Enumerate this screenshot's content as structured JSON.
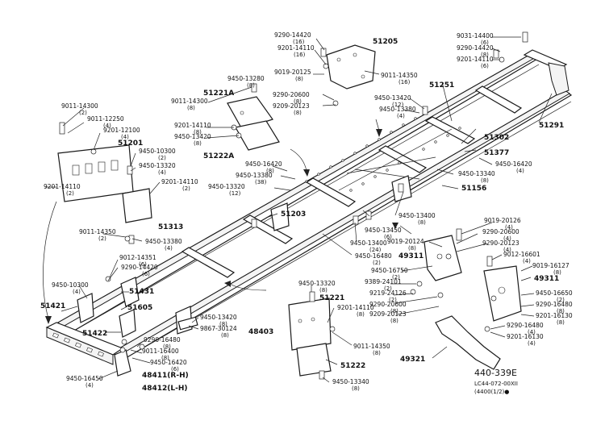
{
  "labels": {
    "l1": [
      "9290-14420",
      "(16)"
    ],
    "l2": [
      "9201-14110",
      "(16)"
    ],
    "l3": [
      "9019-20125",
      "(8)"
    ],
    "l4": [
      "51205"
    ],
    "l5": [
      "9011-14350",
      "(16)"
    ],
    "l6": [
      "9031-14400",
      "(6)"
    ],
    "l7": [
      "9290-14420",
      "(8)"
    ],
    "l8": [
      "9201-14110",
      "(6)"
    ],
    "l9": [
      "9450-13280",
      "(8)"
    ],
    "l10": [
      "51221A"
    ],
    "l11": [
      "9011-14300",
      "(8)"
    ],
    "l12": [
      "9290-20600",
      "(8)"
    ],
    "l13": [
      "9209-20123",
      "(8)"
    ],
    "l14": [
      "9450-13420",
      "(12)"
    ],
    "l15": [
      "9450-13380",
      "(4)"
    ],
    "l16": [
      "51251"
    ],
    "l17": [
      "51291"
    ],
    "l18": [
      "9011-14300",
      "(2)"
    ],
    "l19": [
      "9011-12250",
      "(4)"
    ],
    "l20": [
      "9201-12100",
      "(4)"
    ],
    "l21": [
      "51201"
    ],
    "l22": [
      "9201-14110",
      "(8)"
    ],
    "l23": [
      "9450-13420",
      "(8)"
    ],
    "l24": [
      "51222A"
    ],
    "l25": [
      "51302"
    ],
    "l26": [
      "51377"
    ],
    "l27": [
      "9450-10300",
      "(2)"
    ],
    "l28": [
      "9450-13320",
      "(4)"
    ],
    "l29": [
      "9450-16420",
      "(8)"
    ],
    "l30": [
      "9450-13380",
      "(38)"
    ],
    "l31": [
      "9450-13320",
      "(12)"
    ],
    "l32": [
      "9450-16420",
      "(4)"
    ],
    "l33": [
      "9450-13340",
      "(8)"
    ],
    "l34": [
      "9201-14110",
      "(2)"
    ],
    "l35": [
      "9201-14110",
      "(2)"
    ],
    "l36": [
      "51156"
    ],
    "l37": [
      "51313"
    ],
    "l38": [
      "51203"
    ],
    "l39": [
      "9450-13400",
      "(8)"
    ],
    "l40": [
      "9011-14350",
      "(2)"
    ],
    "l41": [
      "9450-13380",
      "(4)"
    ],
    "l42": [
      "9450-13450",
      "(6)"
    ],
    "l43": [
      "9450-13400",
      "(24)"
    ],
    "l44": [
      "9450-16480",
      "(2)"
    ],
    "l45": [
      "9019-20126",
      "(4)"
    ],
    "l46": [
      "9290-20600",
      "(4)"
    ],
    "l47": [
      "9290-20123",
      "(4)"
    ],
    "l48": [
      "9019-20124",
      "(8)"
    ],
    "l49": [
      "49311"
    ],
    "l50": [
      "9012-14351",
      "(6)"
    ],
    "l51": [
      "9290-14420",
      "(6)"
    ],
    "l52": [
      "9012-16601",
      "(4)"
    ],
    "l53": [
      "9019-16127",
      "(8)"
    ],
    "l54": [
      "49311"
    ],
    "l55": [
      "9450-16750",
      "(2)"
    ],
    "l56": [
      "9389-24101",
      "(2)"
    ],
    "l57": [
      "9450-10300",
      "(4)"
    ],
    "l58": [
      "51431"
    ],
    "l59": [
      "9450-13320",
      "(8)"
    ],
    "l60": [
      "51221"
    ],
    "l61": [
      "9219-24126",
      "(2)"
    ],
    "l62": [
      "9290-20600",
      "(8)"
    ],
    "l63": [
      "9209-20123",
      "(8)"
    ],
    "l64": [
      "9450-16650",
      "(2)"
    ],
    "l65": [
      "9290-16480",
      "(8)"
    ],
    "l66": [
      "9201-16130",
      "(8)"
    ],
    "l67": [
      "51421"
    ],
    "l68": [
      "51605"
    ],
    "l69": [
      "9201-14110",
      "(8)"
    ],
    "l70": [
      "9450-13420",
      "(8)"
    ],
    "l71": [
      "51422"
    ],
    "l72": [
      "9867-30124",
      "(8)"
    ],
    "l73": [
      "48403"
    ],
    "l74": [
      "9290-16480",
      "(4)"
    ],
    "l75": [
      "9201-16130",
      "(4)"
    ],
    "l76": [
      "9290-16480",
      "(8)"
    ],
    "l77": [
      "9011-16400",
      "(8)"
    ],
    "l78": [
      "9011-14350",
      "(8)"
    ],
    "l79": [
      "9450-16420",
      "(6)"
    ],
    "l80": [
      "49321"
    ],
    "l81": [
      "48411(R-H)"
    ],
    "l82": [
      "9450-16450",
      "(4)"
    ],
    "l83": [
      "51222"
    ],
    "l84": [
      "48412(L-H)"
    ],
    "l85": [
      "9450-13340",
      "(8)"
    ]
  },
  "figure": {
    "ref": "440-339E",
    "code": "LC44-072-00XII",
    "date": "(4400(1/2)●"
  }
}
